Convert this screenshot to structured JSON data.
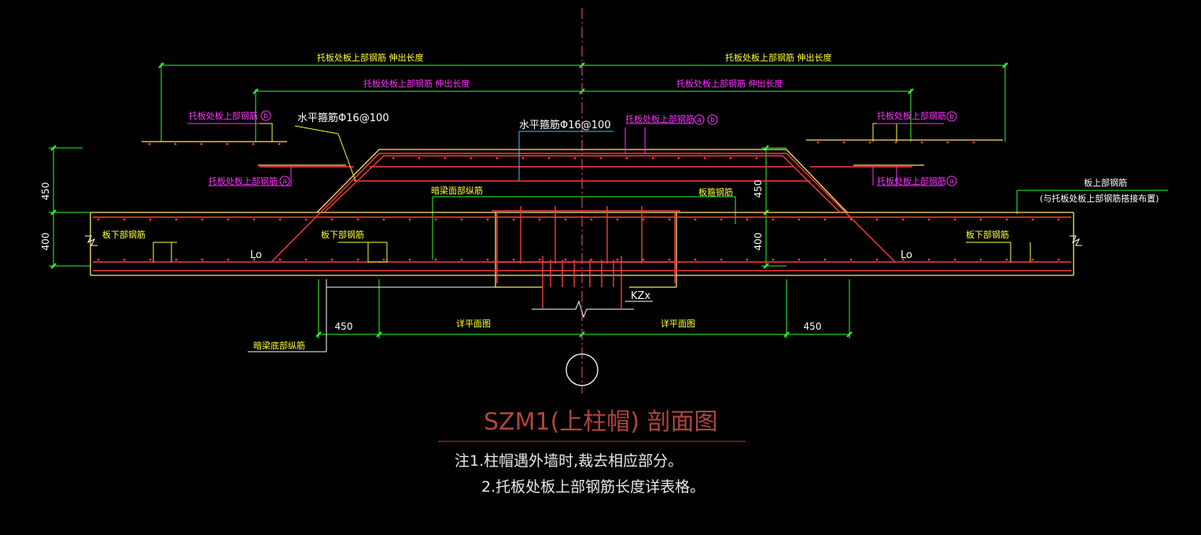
{
  "colors": {
    "background": "#000000",
    "concrete": "#ffe566",
    "rebar": "#ff3a3a",
    "dimension": "#2cff2c",
    "label_magenta": "#ff33ff",
    "label_yellow": "#ffff33",
    "label_white": "#ffffff",
    "leader_cyan": "#33ccff",
    "title": "#b0453f"
  },
  "labels": {
    "top_left_outer": "托板处板上部钢筋    伸出长度",
    "top_right_outer": "托板处板上部钢筋    伸出长度",
    "top_left_inner": "托板处板上部钢筋    伸出长度",
    "top_right_inner": "托板处板上部钢筋    伸出长度",
    "left_b_rebar": "托板处板上部钢筋",
    "left_a_rebar": "托板处板上部钢筋",
    "right_b_rebar": "托板处板上部钢筋",
    "right_a_rebar": "托板处板上部钢筋",
    "center_ab_rebar": "托板处板上部钢筋",
    "tag_b": "b",
    "tag_a": "a",
    "hoop_left": "水平箍筋Φ16@100",
    "hoop_center": "水平箍筋Φ16@100",
    "beam_top_rebar": "暗梁面部纵筋",
    "slab_edge_rebar": "板箍钢筋",
    "slab_top_rebar": "板上部钢筋",
    "slab_top_rebar_note": "(与托板处板上部钢筋搭接布置)",
    "slab_bottom_left": "板下部钢筋",
    "slab_bottom_center": "板下部钢筋",
    "slab_bottom_right": "板下部钢筋",
    "lo_left": "Lo",
    "lo_right": "Lo",
    "column_label": "KZx",
    "beam_bottom_rebar": "暗梁底部纵筋",
    "detail_left": "详平面图",
    "detail_right": "详平面图"
  },
  "dimensions": {
    "left_450": "450",
    "left_400": "400",
    "mid_450": "450",
    "mid_400": "400",
    "bottom_left_450": "450",
    "bottom_right_450": "450"
  },
  "title": "SZM1(上柱帽) 剖面图",
  "notes": {
    "line1": "注1.柱帽遇外墙时,裁去相应部分。",
    "line2": "2.托板处板上部钢筋长度详表格。"
  }
}
